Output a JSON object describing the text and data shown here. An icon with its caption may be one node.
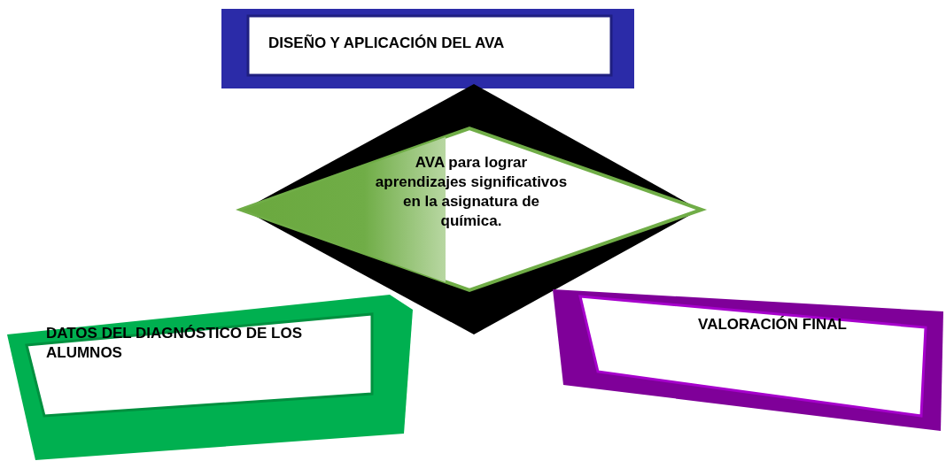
{
  "diagram": {
    "nodes": [
      {
        "text": [
          "DISEÑO Y APLICACIÓN DEL AVA"
        ]
      },
      {
        "text": [
          "AVA para lograr aprendizajes significativos en la asignatura de química."
        ]
      },
      {
        "text": [
          "DATOS DEL DIAGNÓSTICO DE LOS ALUMNOS"
        ]
      },
      {
        "text": [
          "VALORACIÓN FINAL"
        ]
      }
    ]
  }
}
